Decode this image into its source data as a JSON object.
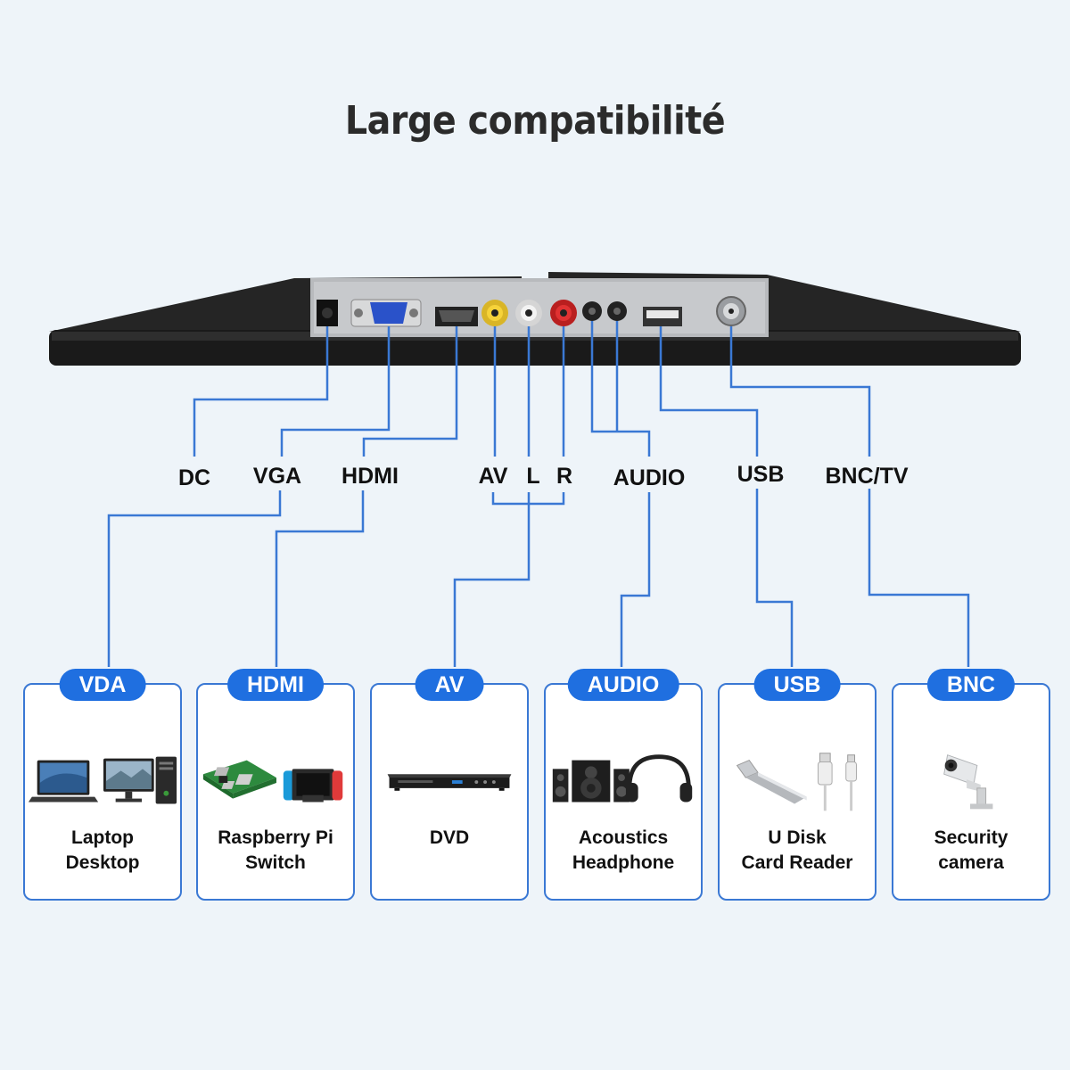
{
  "title": "Large compatibilité",
  "colors": {
    "accent": "#1f6fe0",
    "line": "#3a78d4",
    "background": "#eef4f9",
    "monitor": "#1e1e1e"
  },
  "ports": [
    {
      "label": "DC"
    },
    {
      "label": "VGA"
    },
    {
      "label": "HDMI"
    },
    {
      "label": "AV"
    },
    {
      "label": "L"
    },
    {
      "label": "R"
    },
    {
      "label": "AUDIO"
    },
    {
      "label": "USB"
    },
    {
      "label": "BNC/TV"
    }
  ],
  "cards": [
    {
      "badge": "VDA",
      "lines": [
        "Laptop",
        "Desktop"
      ],
      "icons": [
        "laptop-icon",
        "desktop-pc-icon"
      ]
    },
    {
      "badge": "HDMI",
      "lines": [
        "Raspberry Pi",
        "Switch"
      ],
      "icons": [
        "raspberry-pi-board-icon",
        "game-console-icon"
      ]
    },
    {
      "badge": "AV",
      "lines": [
        "DVD"
      ],
      "icons": [
        "dvd-player-icon"
      ]
    },
    {
      "badge": "AUDIO",
      "lines": [
        "Acoustics",
        "Headphone"
      ],
      "icons": [
        "speaker-icon",
        "headphone-icon"
      ]
    },
    {
      "badge": "USB",
      "lines": [
        "U Disk",
        "Card Reader"
      ],
      "icons": [
        "usb-drive-icon",
        "usb-cable-icon"
      ]
    },
    {
      "badge": "BNC",
      "lines": [
        "Security",
        "camera"
      ],
      "icons": [
        "security-camera-icon"
      ]
    }
  ]
}
